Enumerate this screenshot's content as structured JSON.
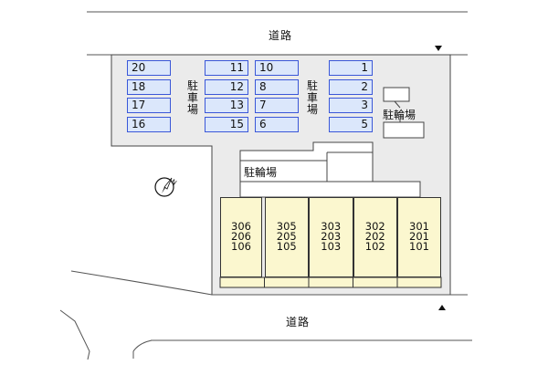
{
  "roads": {
    "top": "道路",
    "bottom": "道路"
  },
  "parking_label": "駐車場",
  "bike_label_right": "駐輪場",
  "bike_label_center": "駐輪場",
  "parking": {
    "col1": [
      "20",
      "18",
      "17",
      "16"
    ],
    "col2": [
      "11",
      "12",
      "13",
      "15"
    ],
    "col3": [
      "10",
      "8",
      "7",
      "6"
    ],
    "col4": [
      "1",
      "2",
      "3",
      "5"
    ]
  },
  "units": [
    [
      "306",
      "206",
      "106"
    ],
    [
      "305",
      "205",
      "105"
    ],
    [
      "303",
      "203",
      "103"
    ],
    [
      "302",
      "202",
      "102"
    ],
    [
      "301",
      "201",
      "101"
    ]
  ],
  "colors": {
    "parking_fill": "#dbe7fb",
    "parking_border": "#3a57d8",
    "site_fill": "#ebebeb",
    "unit_fill": "#fbf7cf"
  },
  "compass_icon": "north-arrow-icon"
}
